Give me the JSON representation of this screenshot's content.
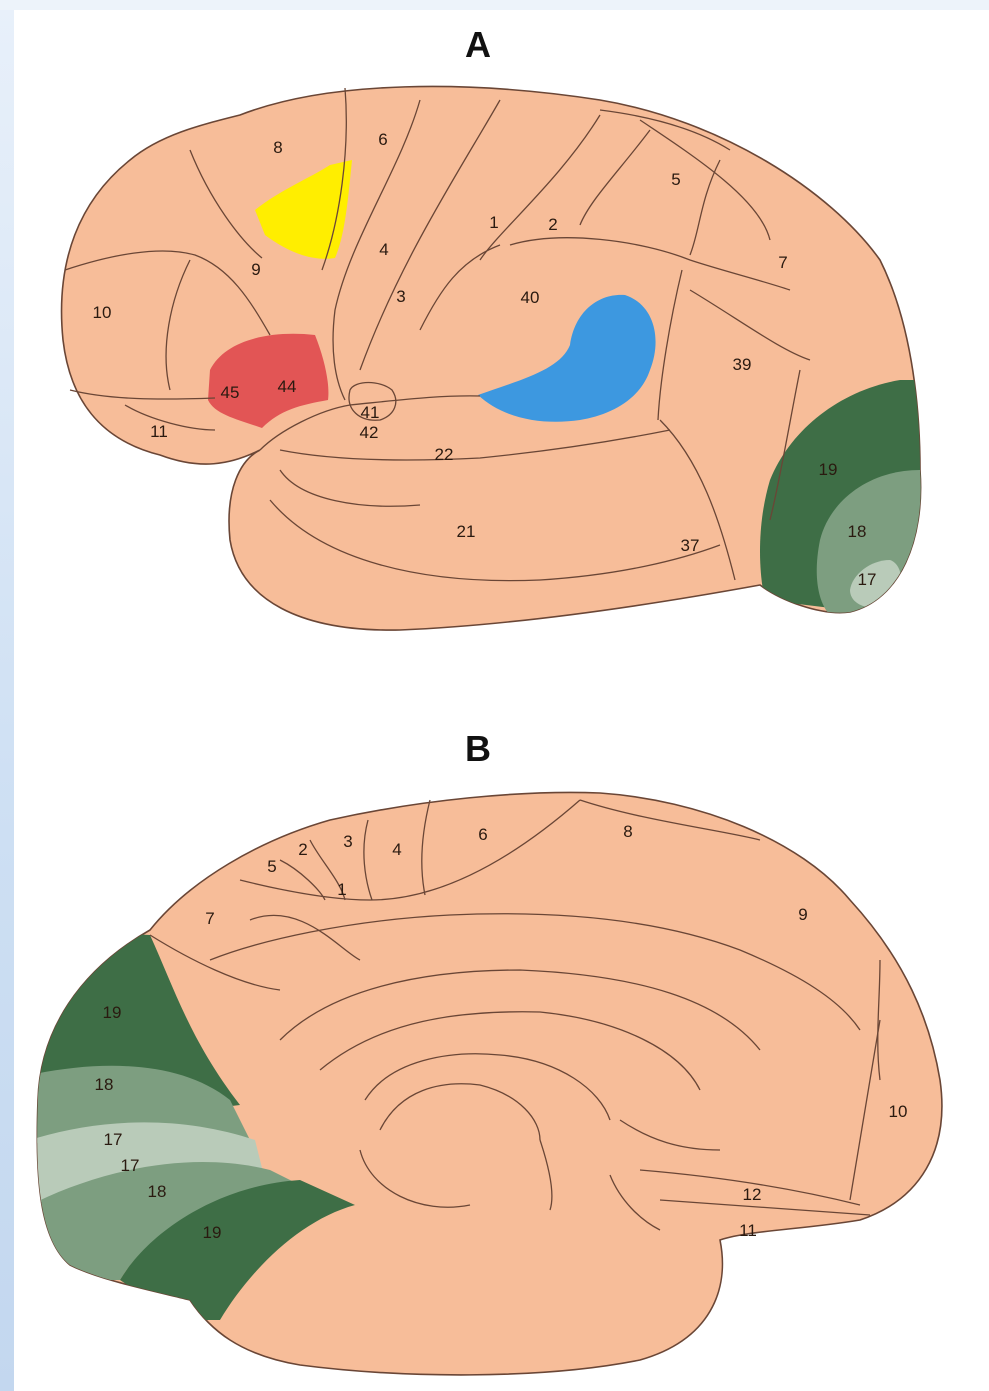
{
  "panels": {
    "a": {
      "title": "A",
      "areas": [
        "8",
        "6",
        "5",
        "1",
        "2",
        "4",
        "9",
        "7",
        "10",
        "3",
        "40",
        "45",
        "44",
        "39",
        "41",
        "42",
        "11",
        "22",
        "19",
        "18",
        "21",
        "37",
        "17"
      ],
      "highlights": {
        "yellow": "#ffee00",
        "red": "#e25555",
        "blue": "#3d98e0"
      }
    },
    "b": {
      "title": "B",
      "areas": [
        "5",
        "2",
        "3",
        "4",
        "6",
        "8",
        "1",
        "7",
        "9",
        "19",
        "18",
        "17",
        "17",
        "18",
        "10",
        "12",
        "11",
        "19"
      ]
    }
  },
  "colors": {
    "cortex": "#f7bd99",
    "outline": "#6a4636",
    "visual_19": "#3e6e46",
    "visual_18": "#7d9e80",
    "visual_17": "#b9cbb9"
  }
}
